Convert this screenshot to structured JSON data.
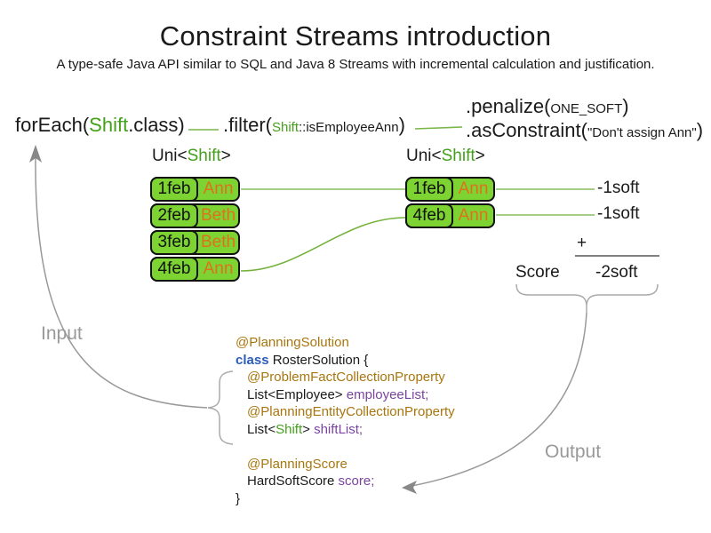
{
  "title": "Constraint Streams introduction",
  "subtitle": "A type-safe Java API similar to SQL and Java 8 Streams with incremental calculation and justification.",
  "flow": {
    "foreach_pre": "forEach(",
    "foreach_shift": "Shift",
    "foreach_post": ".class)",
    "filter_pre": ".filter(",
    "filter_shift": "Shift",
    "filter_arg": "::isEmployeeAnn",
    "filter_post": ")",
    "penalize_pre": ".penalize(",
    "penalize_arg": "ONE_SOFT",
    "penalize_post": ")",
    "asconstraint_pre": ".asConstraint(",
    "asconstraint_arg": "\"Don't assign Ann\"",
    "asconstraint_post": ")"
  },
  "streams": {
    "left": {
      "label_pre": "Uni<",
      "label_type": "Shift",
      "label_post": ">",
      "rows": [
        {
          "date": "1feb",
          "name": "Ann"
        },
        {
          "date": "2feb",
          "name": "Beth"
        },
        {
          "date": "3feb",
          "name": "Beth"
        },
        {
          "date": "4feb",
          "name": "Ann"
        }
      ]
    },
    "right": {
      "label_pre": "Uni<",
      "label_type": "Shift",
      "label_post": ">",
      "rows": [
        {
          "date": "1feb",
          "name": "Ann"
        },
        {
          "date": "4feb",
          "name": "Ann"
        }
      ]
    }
  },
  "scores": {
    "penalty_1": "-1soft",
    "penalty_2": "-1soft",
    "plus": "+",
    "score_label": "Score",
    "total": "-2soft"
  },
  "labels": {
    "input": "Input",
    "output": "Output"
  },
  "code": {
    "lines": [
      {
        "indent": 0,
        "tokens": [
          {
            "t": "@PlanningSolution",
            "c": "ann"
          }
        ]
      },
      {
        "indent": 0,
        "tokens": [
          {
            "t": "class",
            "c": "kw"
          },
          {
            "t": " RosterSolution {",
            "c": "plain"
          }
        ]
      },
      {
        "indent": 1,
        "tokens": [
          {
            "t": "@ProblemFactCollectionProperty",
            "c": "ann"
          }
        ]
      },
      {
        "indent": 1,
        "tokens": [
          {
            "t": "List<Employee> ",
            "c": "plain"
          },
          {
            "t": "employeeList;",
            "c": "field"
          }
        ]
      },
      {
        "indent": 1,
        "tokens": [
          {
            "t": "@PlanningEntityCollectionProperty",
            "c": "ann"
          }
        ]
      },
      {
        "indent": 1,
        "tokens": [
          {
            "t": "List<",
            "c": "plain"
          },
          {
            "t": "Shift",
            "c": "type"
          },
          {
            "t": "> ",
            "c": "plain"
          },
          {
            "t": "shiftList;",
            "c": "field"
          }
        ]
      },
      {
        "indent": 1,
        "tokens": []
      },
      {
        "indent": 1,
        "tokens": [
          {
            "t": "@PlanningScore",
            "c": "ann"
          }
        ]
      },
      {
        "indent": 1,
        "tokens": [
          {
            "t": "HardSoftScore ",
            "c": "plain"
          },
          {
            "t": "score;",
            "c": "field"
          }
        ]
      },
      {
        "indent": 0,
        "tokens": [
          {
            "t": "}",
            "c": "plain"
          }
        ]
      }
    ]
  },
  "colors": {
    "box-green": "#7cd332",
    "type-green": "#44a01c",
    "line-green-light": "#a5cd85",
    "line-green": "#74b23c",
    "employee-orange": "#e0711c",
    "annotation-brown": "#a8760f",
    "keyword-blue": "#2a5cb8",
    "field-purple": "#7a44a0",
    "gray": "#999999",
    "text": "#1a1a1a"
  }
}
